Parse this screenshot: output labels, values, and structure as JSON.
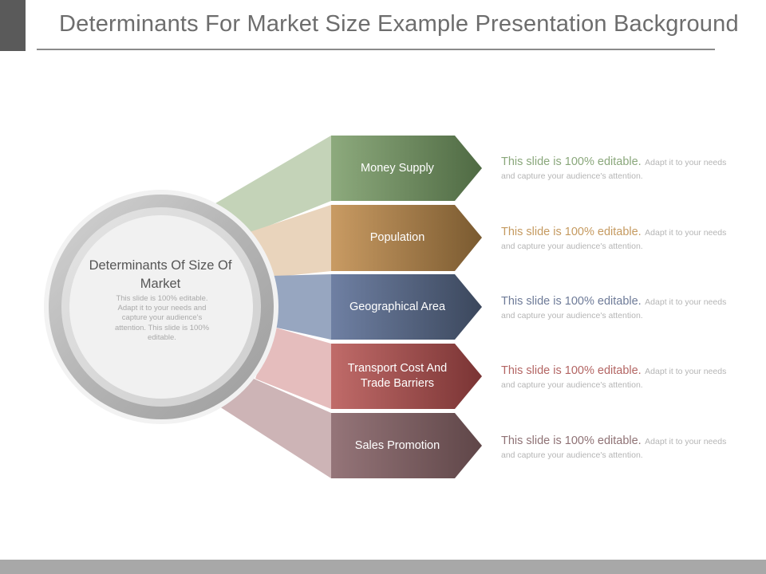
{
  "title": "Determinants For Market Size Example Presentation Background",
  "center": {
    "title": "Determinants Of Size Of Market",
    "body": "This slide is 100% editable. Adapt it to your needs and capture your audience's attention. This slide is 100% editable."
  },
  "items": [
    {
      "label": "Money Supply",
      "lead": "This slide is 100% editable.",
      "rest": "Adapt it to your needs and capture your audience's attention.",
      "color": "#7a9468",
      "wedge_color": "#c4d3b8"
    },
    {
      "label": "Population",
      "lead": "This slide is 100% editable.",
      "rest": "Adapt it to your needs and capture your audience's attention.",
      "color": "#b58a52",
      "wedge_color": "#e9d4bc"
    },
    {
      "label": "Geographical Area",
      "lead": "This slide is 100% editable.",
      "rest": "Adapt it to your needs and capture your audience's attention.",
      "color": "#62708f",
      "wedge_color": "#97a6c0"
    },
    {
      "label": "Transport Cost And Trade Barriers",
      "lead": "This slide is 100% editable.",
      "rest": "Adapt it to your needs and capture your audience's attention.",
      "color": "#a5504e",
      "wedge_color": "#e5bdbd"
    },
    {
      "label": "Sales Promotion",
      "lead": "This slide is 100% editable.",
      "rest": "Adapt it to your needs and capture your audience's attention.",
      "color": "#7e6163",
      "wedge_color": "#cdb4b6"
    }
  ]
}
